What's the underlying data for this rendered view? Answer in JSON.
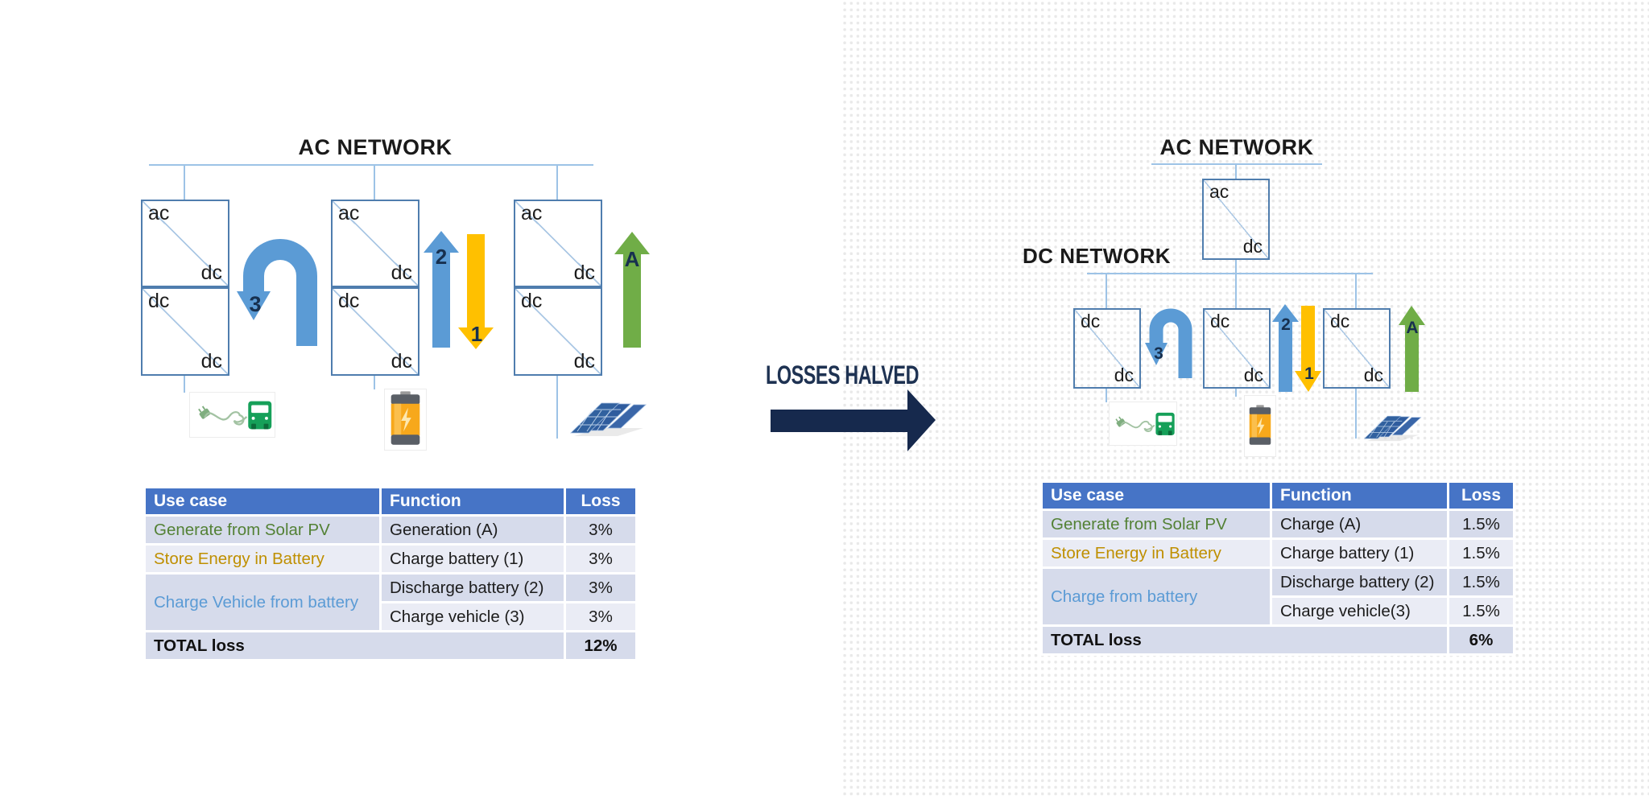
{
  "labels": {
    "ac": "ac",
    "dc": "dc"
  },
  "left": {
    "network_title": "AC NETWORK",
    "arrows": {
      "vehicle": "3",
      "discharge": "2",
      "charge": "1",
      "generation": "A"
    },
    "table": {
      "headers": [
        "Use case",
        "Function",
        "Loss"
      ],
      "rows": [
        {
          "use_case": "Generate from Solar PV",
          "function": "Generation (A)",
          "loss": "3%"
        },
        {
          "use_case": "Store Energy in Battery",
          "function": "Charge battery (1)",
          "loss": "3%"
        },
        {
          "use_case": "Charge Vehicle from battery",
          "function": "Discharge battery (2)",
          "loss": "3%"
        },
        {
          "function": "Charge vehicle (3)",
          "loss": "3%"
        }
      ],
      "total_label": "TOTAL loss",
      "total_value": "12%"
    }
  },
  "center": {
    "label": "LOSSES HALVED"
  },
  "right": {
    "ac_title": "AC NETWORK",
    "dc_title": "DC NETWORK",
    "arrows": {
      "vehicle": "3",
      "discharge": "2",
      "charge": "1",
      "generation": "A"
    },
    "table": {
      "headers": [
        "Use case",
        "Function",
        "Loss"
      ],
      "rows": [
        {
          "use_case": "Generate from Solar PV",
          "function": "Charge (A)",
          "loss": "1.5%"
        },
        {
          "use_case": "Store Energy in Battery",
          "function": "Charge battery (1)",
          "loss": "1.5%"
        },
        {
          "use_case": "Charge from battery",
          "function": "Discharge battery (2)",
          "loss": "1.5%"
        },
        {
          "function": "Charge vehicle(3)",
          "loss": "1.5%"
        }
      ],
      "total_label": "TOTAL loss",
      "total_value": "6%"
    }
  },
  "icons": {
    "ev": "ev-charging-icon",
    "battery": "battery-icon",
    "solar": "solar-panels-icon"
  },
  "colors": {
    "table_header": "#4674c6",
    "band_dark": "#d6dbeb",
    "band_light": "#eaecf5",
    "arrow_blue": "#5b9bd5",
    "arrow_yellow": "#ffc000",
    "arrow_green": "#70ad47",
    "navy": "#17294a",
    "bus_line": "#9dc3e6",
    "box_border": "#4f7dae",
    "use_case_green": "#538135",
    "use_case_gold": "#bf8f00",
    "use_case_blue": "#5b9bd5",
    "dot": "#e9e9e9"
  }
}
